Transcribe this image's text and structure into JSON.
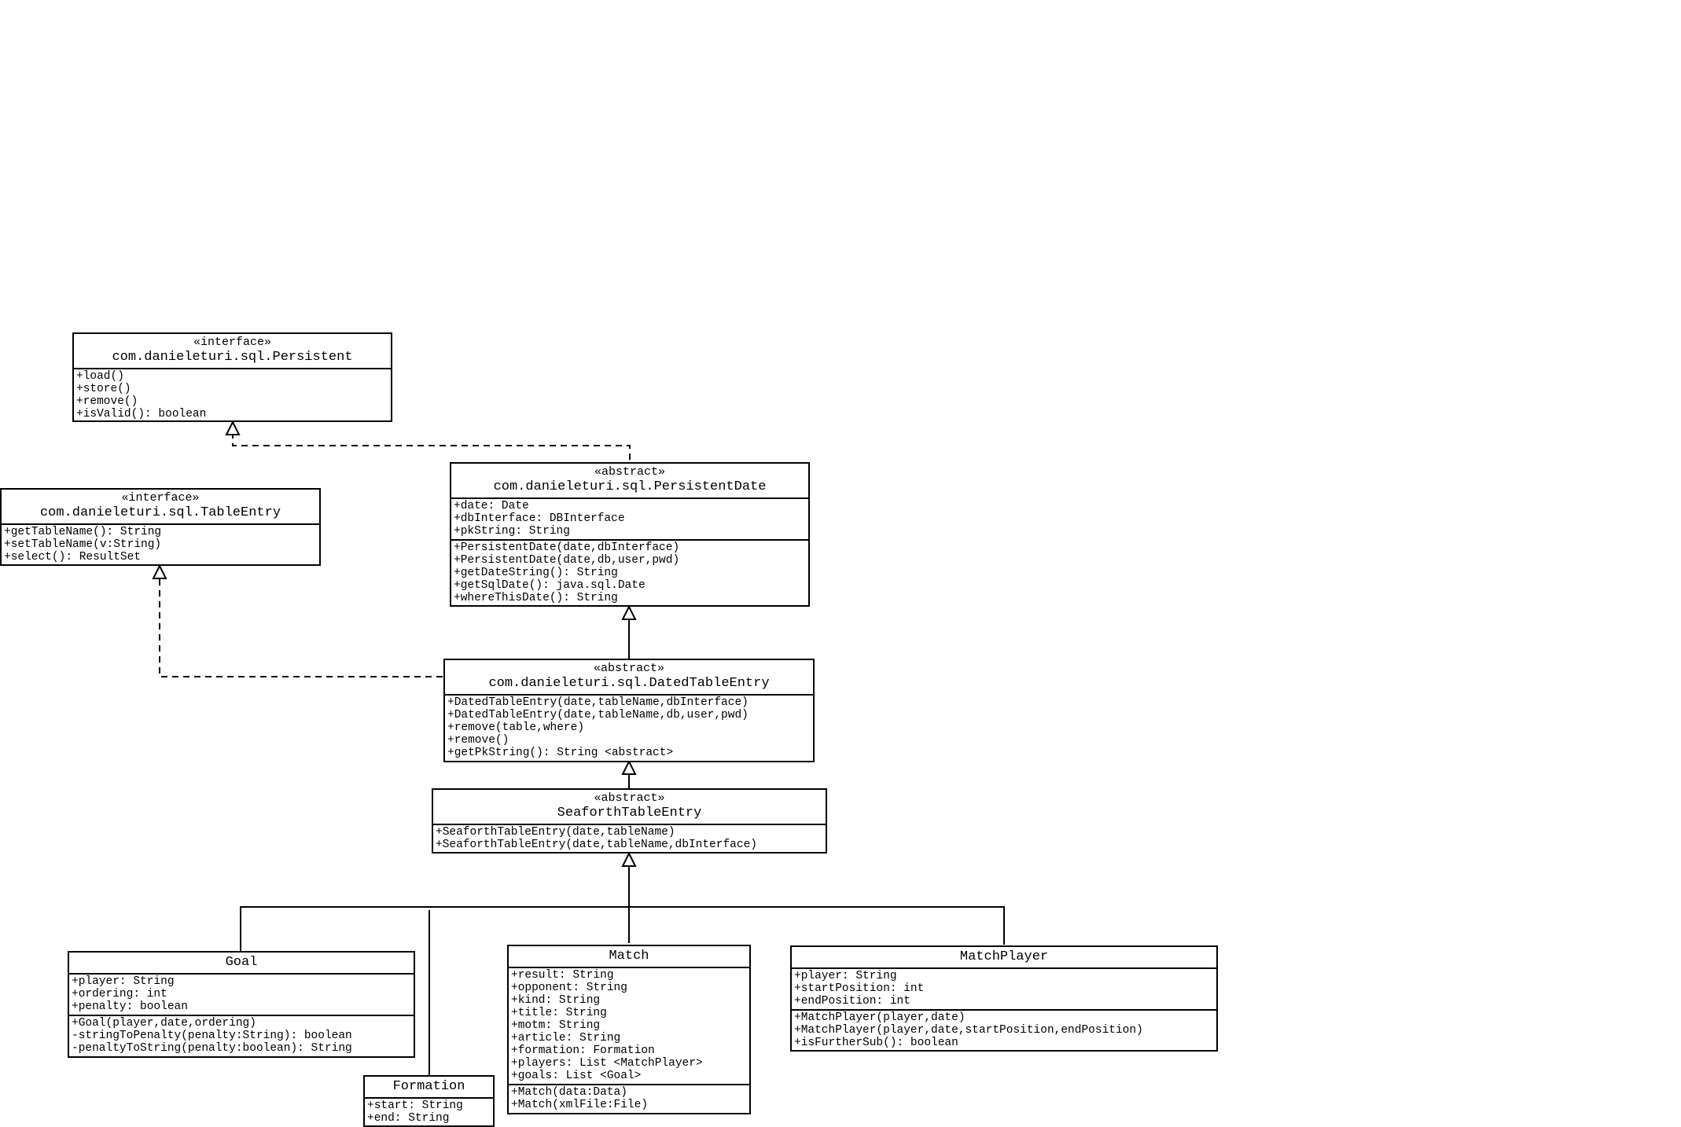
{
  "classes": {
    "persistent": {
      "stereotype": "«interface»",
      "name": "com.danieleturi.sql.Persistent",
      "operations": [
        "+load()",
        "+store()",
        "+remove()",
        "+isValid(): boolean"
      ]
    },
    "table_entry": {
      "stereotype": "«interface»",
      "name": "com.danieleturi.sql.TableEntry",
      "operations": [
        "+getTableName(): String",
        "+setTableName(v:String)",
        "+select(): ResultSet"
      ]
    },
    "persistent_date": {
      "stereotype": "«abstract»",
      "name": "com.danieleturi.sql.PersistentDate",
      "attributes": [
        "+date: Date",
        "+dbInterface: DBInterface",
        "+pkString: String"
      ],
      "operations": [
        "+PersistentDate(date,dbInterface)",
        "+PersistentDate(date,db,user,pwd)",
        "+getDateString(): String",
        "+getSqlDate(): java.sql.Date",
        "+whereThisDate(): String"
      ]
    },
    "dated_table_entry": {
      "stereotype": "«abstract»",
      "name": "com.danieleturi.sql.DatedTableEntry",
      "operations": [
        "+DatedTableEntry(date,tableName,dbInterface)",
        "+DatedTableEntry(date,tableName,db,user,pwd)",
        "+remove(table,where)",
        "+remove()",
        "+getPkString(): String <abstract>"
      ]
    },
    "seaforth_table_entry": {
      "stereotype": "«abstract»",
      "name": "SeaforthTableEntry",
      "operations": [
        "+SeaforthTableEntry(date,tableName)",
        "+SeaforthTableEntry(date,tableName,dbInterface)"
      ]
    },
    "goal": {
      "name": "Goal",
      "attributes": [
        "+player: String",
        "+ordering: int",
        "+penalty: boolean"
      ],
      "operations": [
        "+Goal(player,date,ordering)",
        "-stringToPenalty(penalty:String): boolean",
        "-penaltyToString(penalty:boolean): String"
      ]
    },
    "formation": {
      "name": "Formation",
      "attributes": [
        "+start: String",
        "+end: String"
      ]
    },
    "match": {
      "name": "Match",
      "attributes": [
        "+result: String",
        "+opponent: String",
        "+kind: String",
        "+title: String",
        "+motm: String",
        "+article: String",
        "+formation: Formation",
        "+players: List <MatchPlayer>",
        "+goals: List <Goal>"
      ],
      "operations": [
        "+Match(data:Data)",
        "+Match(xmlFile:File)"
      ]
    },
    "match_player": {
      "name": "MatchPlayer",
      "attributes": [
        "+player: String",
        "+startPosition: int",
        "+endPosition: int"
      ],
      "operations": [
        "+MatchPlayer(player,date)",
        "+MatchPlayer(player,date,startPosition,endPosition)",
        "+isFurtherSub(): boolean"
      ]
    }
  }
}
